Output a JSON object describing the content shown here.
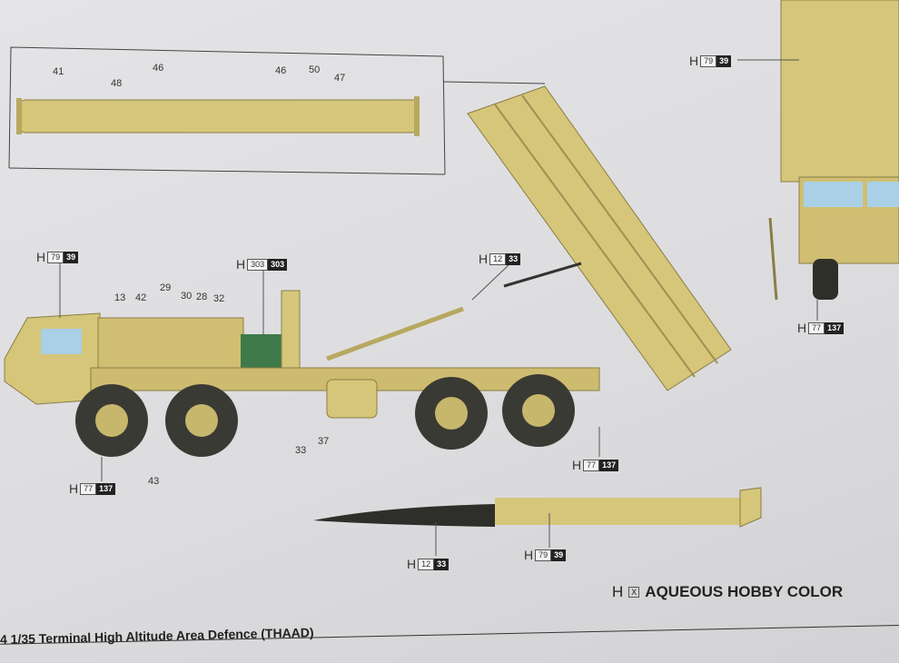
{
  "inset_numbers": [
    "41",
    "48",
    "46",
    "46",
    "50",
    "47"
  ],
  "truck_numbers": [
    "13",
    "42",
    "29",
    "30",
    "28",
    "32",
    "33",
    "37",
    "43"
  ],
  "callouts": [
    {
      "prefix": "H",
      "code": "79",
      "mr": "39"
    },
    {
      "prefix": "H",
      "code": "303",
      "mr": "303"
    },
    {
      "prefix": "H",
      "code": "12",
      "mr": "33"
    },
    {
      "prefix": "H",
      "code": "77",
      "mr": "137"
    },
    {
      "prefix": "H",
      "code": "77",
      "mr": "137"
    },
    {
      "prefix": "H",
      "code": "12",
      "mr": "33"
    },
    {
      "prefix": "H",
      "code": "79",
      "mr": "39"
    },
    {
      "prefix": "H",
      "code": "79",
      "mr": "39"
    },
    {
      "prefix": "H",
      "code": "77",
      "mr": "137"
    }
  ],
  "legend": {
    "prefix": "H",
    "box": "X",
    "label": "AQUEOUS HOBBY COLOR"
  },
  "footer": "4 1/35 Terminal High Altitude Area Defence (THAAD)",
  "colors": {
    "tan": "#d6c67a",
    "dark": "#3a3a34",
    "green": "#3f7a4a"
  }
}
